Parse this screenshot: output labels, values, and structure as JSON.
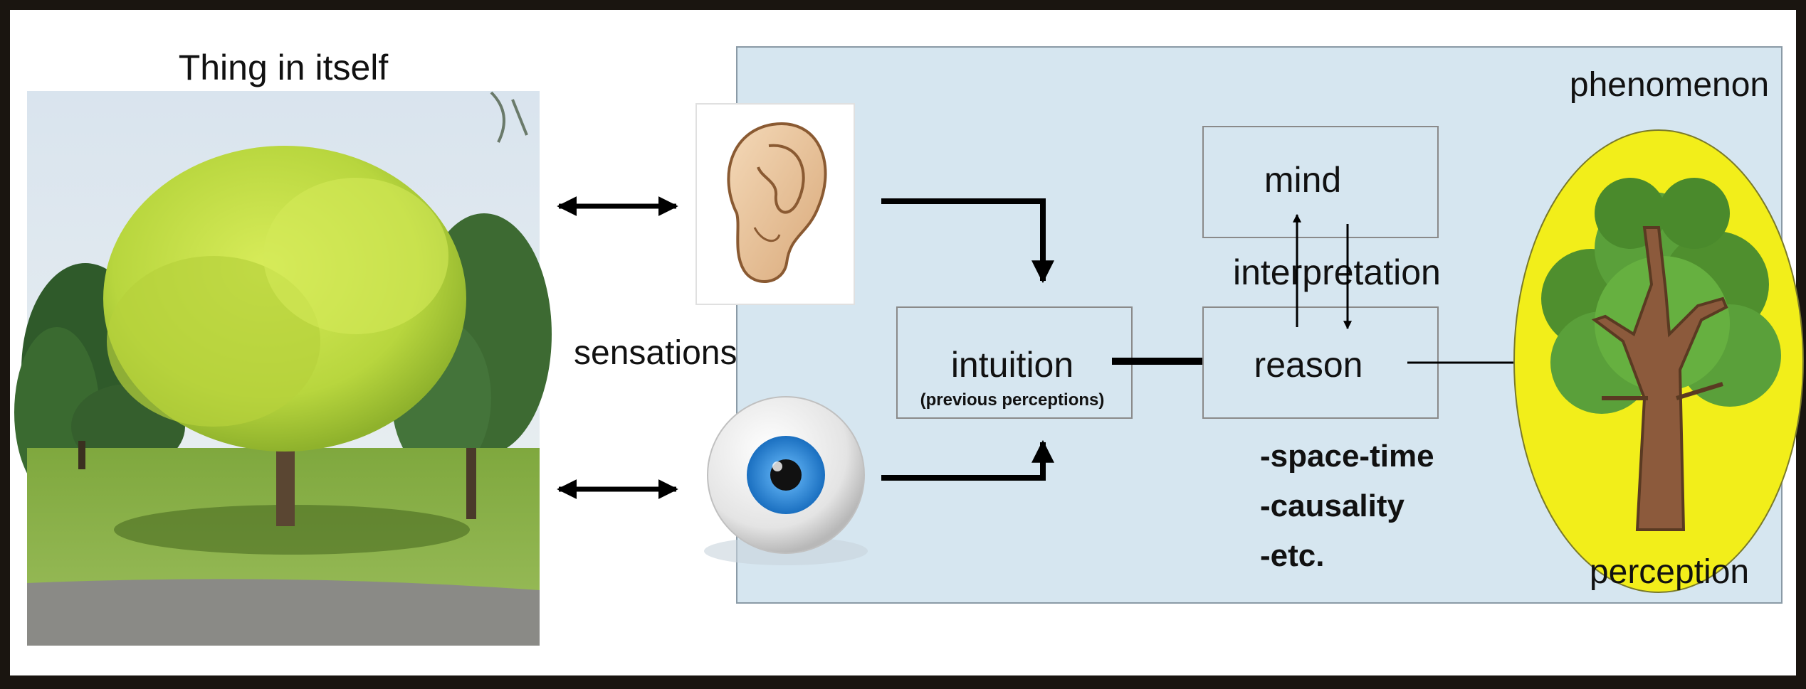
{
  "title": "Thing in itself",
  "sensations_label": "sensations",
  "phenomenon_label": "phenomenon",
  "perception_label": "perception",
  "boxes": {
    "intuition": {
      "label": "intuition",
      "sublabel": "(previous perceptions)"
    },
    "mind": {
      "label": "mind"
    },
    "reason": {
      "label": "reason"
    }
  },
  "interpretation_label": "interpretation",
  "reason_categories": [
    {
      "label": "-space-time"
    },
    {
      "label": "-causality"
    },
    {
      "label": "-etc."
    }
  ],
  "colors": {
    "frame": "#1a1510",
    "panel_bg": "#d6e6f0",
    "panel_border": "#8a9aa6",
    "box_border": "#8a8a8a",
    "ellipse_fill": "#f2ee1a",
    "arrow": "#000000",
    "tree_light": "#c8e04a",
    "tree_green": "#4f8f2e",
    "trunk_brown": "#8c5a3c",
    "iris_blue": "#2a8ee0"
  },
  "icons": [
    "tree-photo",
    "ear-icon",
    "eye-icon",
    "tree-icon"
  ]
}
